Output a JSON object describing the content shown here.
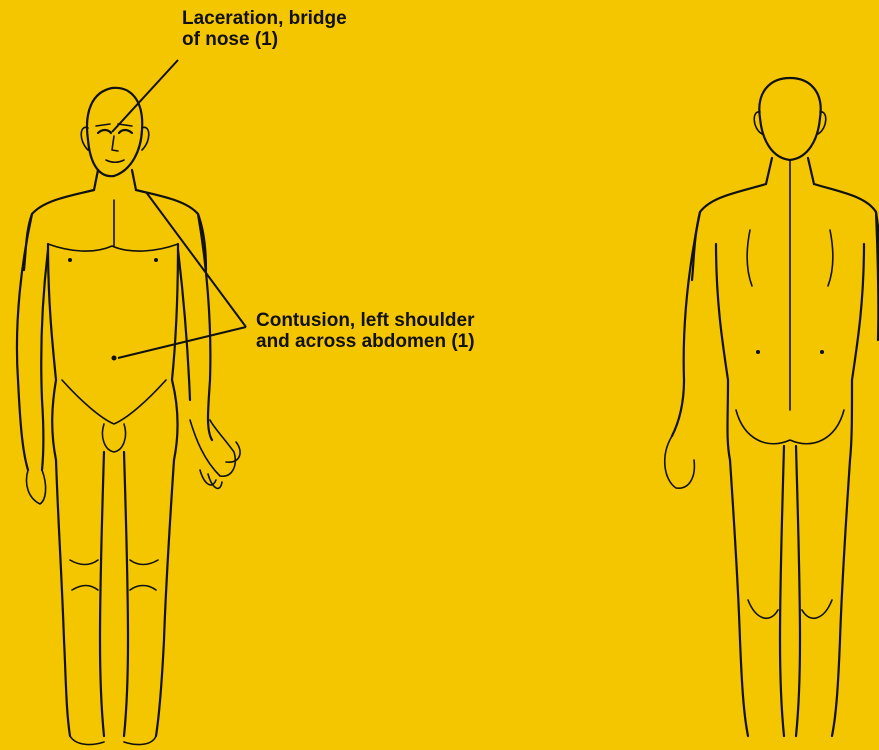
{
  "annotations": [
    {
      "id": "nose",
      "text": "Laceration, bridge\nof nose (1)"
    },
    {
      "id": "shoulder",
      "text": "Contusion, left shoulder\nand across abdomen (1)"
    }
  ],
  "colors": {
    "background": "#f4c600",
    "ink": "#111111"
  }
}
